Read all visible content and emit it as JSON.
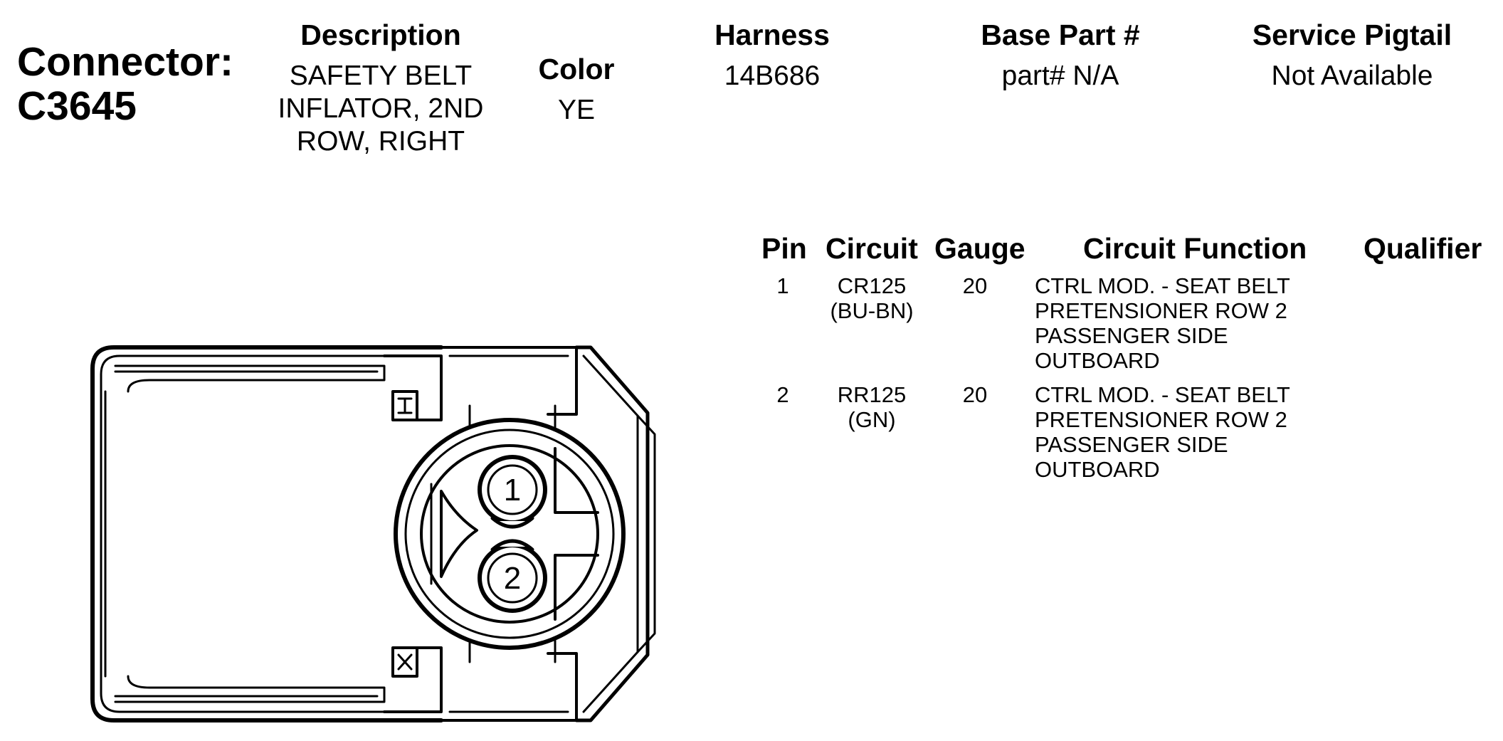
{
  "header": {
    "connector_label": "Connector:",
    "connector_id": "C3645",
    "description_label": "Description",
    "description_value": "SAFETY BELT INFLATOR, 2ND ROW, RIGHT",
    "color_label": "Color",
    "color_value": "YE",
    "harness_label": "Harness",
    "harness_value": "14B686",
    "base_part_label": "Base Part #",
    "base_part_value": "part# N/A",
    "service_pigtail_label": "Service Pigtail",
    "service_pigtail_value": "Not Available"
  },
  "pin_table": {
    "columns": {
      "pin": "Pin",
      "circuit": "Circuit",
      "gauge": "Gauge",
      "circuit_function": "Circuit Function",
      "qualifier": "Qualifier"
    },
    "rows": [
      {
        "pin": "1",
        "circuit": "CR125",
        "wire_color": "(BU-BN)",
        "gauge": "20",
        "circuit_function": "CTRL MOD. - SEAT BELT\nPRETENSIONER ROW 2\nPASSENGER SIDE\nOUTBOARD",
        "qualifier": ""
      },
      {
        "pin": "2",
        "circuit": "RR125",
        "wire_color": "(GN)",
        "gauge": "20",
        "circuit_function": "CTRL MOD. - SEAT BELT\nPRETENSIONER ROW 2\nPASSENGER SIDE\nOUTBOARD",
        "qualifier": ""
      }
    ]
  },
  "diagram": {
    "pin_labels": [
      "1",
      "2"
    ]
  }
}
